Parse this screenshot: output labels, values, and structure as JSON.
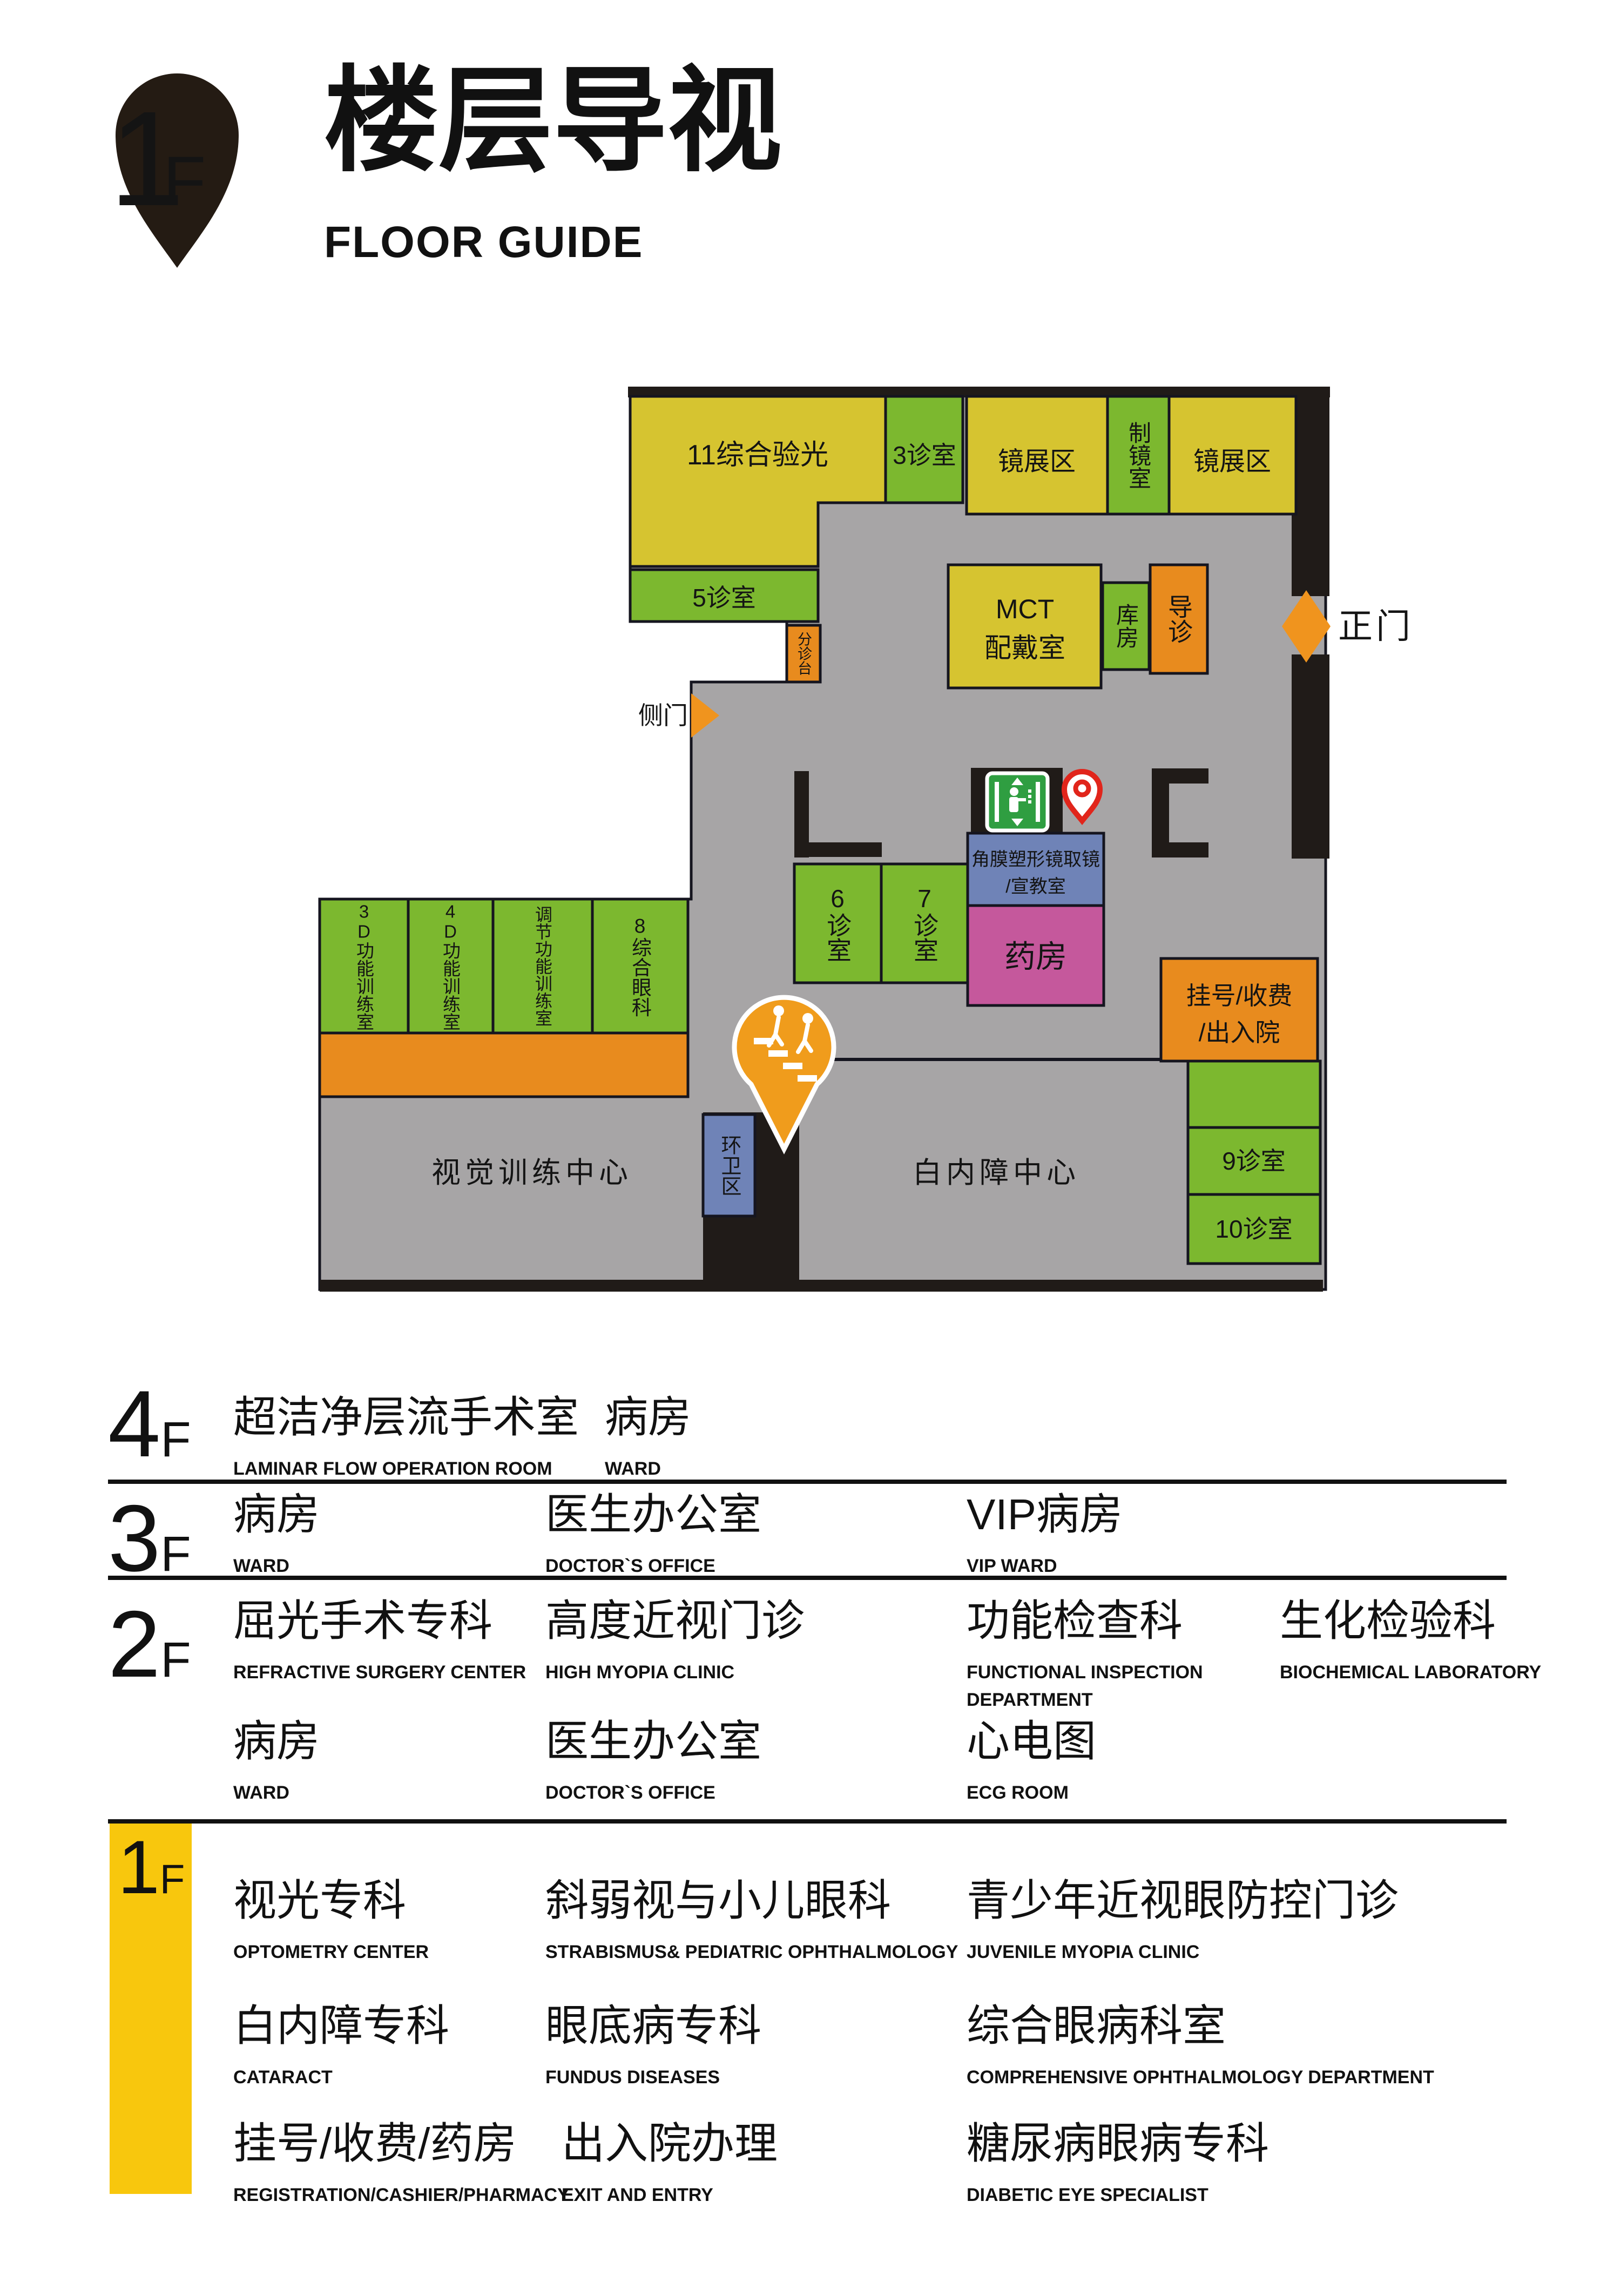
{
  "header": {
    "badge_num": "1",
    "badge_f": "F",
    "title_cn": "楼层导视",
    "title_en": "FLOOR GUIDE"
  },
  "map": {
    "labels": {
      "main_gate": "正门",
      "side_gate": "侧门",
      "vision_training_center": "视觉训练中心",
      "cataract_center": "白内障中心"
    },
    "rooms": {
      "optometry11": "11综合验光",
      "clinic3": "3诊室",
      "glasses_zone1": "镜展区",
      "glasses_making": "制镜室",
      "glasses_zone2": "镜展区",
      "clinic5": "5诊室",
      "triage_desk": "分诊台",
      "mct_l1": "MCT",
      "mct_l2": "配戴室",
      "storage": "库房",
      "guide_desk": "导诊",
      "clinic6": "6诊室",
      "clinic7": "7诊室",
      "ortho_l1": "角膜塑形镜取镜",
      "ortho_l2": "/宣教室",
      "pharmacy": "药房",
      "training_3d": "3D功能训练室",
      "training_4d": "4D功能训练室",
      "training_adjust": "调节功能训练室",
      "comprehensive8": "8综合眼科",
      "registration_l1": "挂号/收费",
      "registration_l2": "/出入院",
      "clinic9": "9诊室",
      "clinic10": "10诊室",
      "sanitation_zone": "环卫区"
    },
    "icons": {
      "elevator": "elevator",
      "stairs": "stairs",
      "location_pin": "current-location"
    }
  },
  "floors": [
    {
      "level": "4",
      "suffix": "F",
      "entries": [
        {
          "cn": "超洁净层流手术室",
          "en": "LAMINAR FLOW OPERATION ROOM"
        },
        {
          "cn": "病房",
          "en": "WARD"
        }
      ]
    },
    {
      "level": "3",
      "suffix": "F",
      "entries": [
        {
          "cn": "病房",
          "en": "WARD"
        },
        {
          "cn": "医生办公室",
          "en": "DOCTOR`S OFFICE"
        },
        {
          "cn": "VIP病房",
          "en": "VIP WARD"
        }
      ]
    },
    {
      "level": "2",
      "suffix": "F",
      "entries": [
        {
          "cn": "屈光手术专科",
          "en": "REFRACTIVE SURGERY CENTER"
        },
        {
          "cn": "高度近视门诊",
          "en": "HIGH MYOPIA CLINIC"
        },
        {
          "cn": "功能检查科",
          "en": "FUNCTIONAL INSPECTION DEPARTMENT"
        },
        {
          "cn": "生化检验科",
          "en": "BIOCHEMICAL LABORATORY"
        },
        {
          "cn": "病房",
          "en": "WARD"
        },
        {
          "cn": "医生办公室",
          "en": "DOCTOR`S OFFICE"
        },
        {
          "cn": "心电图",
          "en": "ECG ROOM"
        }
      ]
    },
    {
      "level": "1",
      "suffix": "F",
      "entries": [
        {
          "cn": "视光专科",
          "en": "OPTOMETRY  CENTER"
        },
        {
          "cn": "斜弱视与小儿眼科",
          "en": "STRABISMUS& PEDIATRIC OPHTHALMOLOGY"
        },
        {
          "cn": "青少年近视眼防控门诊",
          "en": "JUVENILE MYOPIA CLINIC"
        },
        {
          "cn": "白内障专科",
          "en": "CATARACT"
        },
        {
          "cn": "眼底病专科",
          "en": "FUNDUS DISEASES"
        },
        {
          "cn": "综合眼病科室",
          "en": "COMPREHENSIVE OPHTHALMOLOGY DEPARTMENT"
        },
        {
          "cn": "挂号/收费/药房",
          "en": "REGISTRATION/CASHIER/PHARMACY"
        },
        {
          "cn": "出入院办理",
          "en": "EXIT AND ENTRY"
        },
        {
          "cn": "糖尿病眼病专科",
          "en": "DIABETIC EYE SPECIALIST"
        }
      ]
    }
  ],
  "colors": {
    "room_yellow": "#d6c430",
    "room_green": "#7cb82f",
    "room_orange": "#e88b1e",
    "room_magenta": "#c5589c",
    "room_blue": "#6f83b7",
    "floor_gray": "#a7a5a6",
    "wall_black": "#201b18",
    "accent_yellow_bar": "#f8c70d",
    "pin_red": "#e1251b",
    "elevator_green": "#2f9e41",
    "stairs_orange": "#f09c1c"
  }
}
